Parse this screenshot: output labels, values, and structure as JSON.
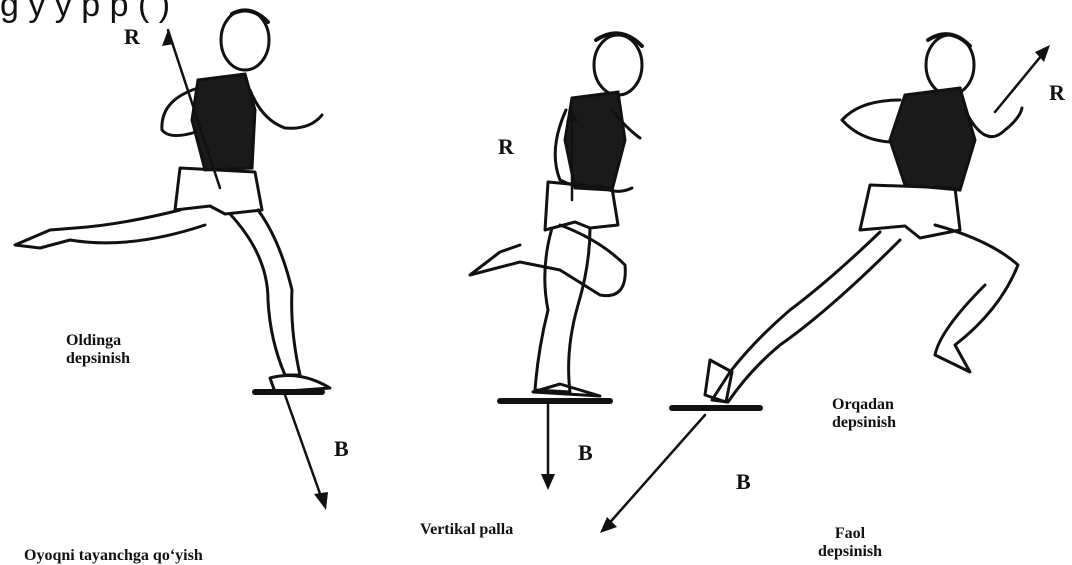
{
  "header_fragment": "g  y  y  p p ( )",
  "figures": [
    {
      "name": "runner-1",
      "force_top": "R",
      "force_bottom": "B",
      "phase_label": "Oldinga\ndepsinish",
      "caption": "Oyoqni tayanchga qo‘yish"
    },
    {
      "name": "runner-2",
      "force_top": "R",
      "force_bottom": "B",
      "caption": "Vertikal palla"
    },
    {
      "name": "runner-3",
      "force_top": "R",
      "force_bottom": "B",
      "phase_label": "Orqadan\ndepsinish",
      "caption": "Faol\ndepsinish"
    }
  ],
  "colors": {
    "ink": "#111111",
    "background": "#ffffff"
  }
}
